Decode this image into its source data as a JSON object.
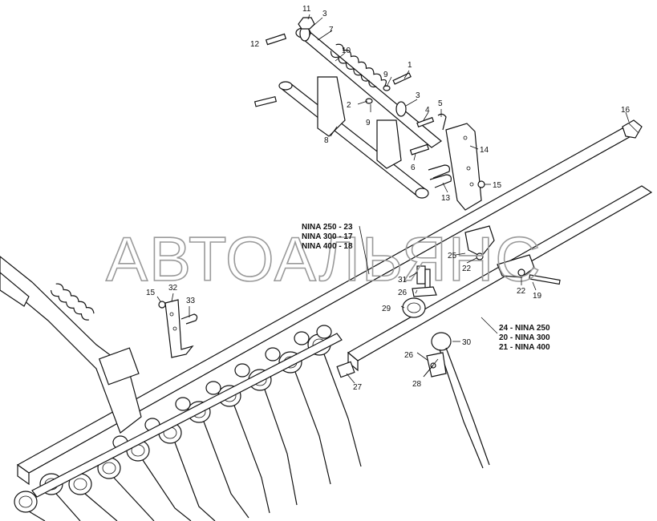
{
  "watermark": "АВТОАЛЬЯНС",
  "callouts": [
    {
      "id": "c1",
      "text": "1"
    },
    {
      "id": "c2",
      "text": "2"
    },
    {
      "id": "c3a",
      "text": "3"
    },
    {
      "id": "c3b",
      "text": "3"
    },
    {
      "id": "c4",
      "text": "4"
    },
    {
      "id": "c5",
      "text": "5"
    },
    {
      "id": "c6",
      "text": "6"
    },
    {
      "id": "c7",
      "text": "7"
    },
    {
      "id": "c8",
      "text": "8"
    },
    {
      "id": "c9a",
      "text": "9"
    },
    {
      "id": "c9b",
      "text": "9"
    },
    {
      "id": "c10",
      "text": "10"
    },
    {
      "id": "c11",
      "text": "11"
    },
    {
      "id": "c12",
      "text": "12"
    },
    {
      "id": "c13",
      "text": "13"
    },
    {
      "id": "c14",
      "text": "14"
    },
    {
      "id": "c15a",
      "text": "15"
    },
    {
      "id": "c15b",
      "text": "15"
    },
    {
      "id": "c16",
      "text": "16"
    },
    {
      "id": "c19",
      "text": "19"
    },
    {
      "id": "c22a",
      "text": "22"
    },
    {
      "id": "c22b",
      "text": "22"
    },
    {
      "id": "c25",
      "text": "25"
    },
    {
      "id": "c26a",
      "text": "26"
    },
    {
      "id": "c26b",
      "text": "26"
    },
    {
      "id": "c27",
      "text": "27"
    },
    {
      "id": "c28",
      "text": "28"
    },
    {
      "id": "c29",
      "text": "29"
    },
    {
      "id": "c30",
      "text": "30"
    },
    {
      "id": "c31",
      "text": "31"
    },
    {
      "id": "c32",
      "text": "32"
    },
    {
      "id": "c33",
      "text": "33"
    }
  ],
  "notes_left": [
    "NINA 250 - 23",
    "NINA 300 - 17",
    "NINA 400 - 18"
  ],
  "notes_right": [
    "24 - NINA 250",
    "20 - NINA 300",
    "21 - NINA 400"
  ]
}
